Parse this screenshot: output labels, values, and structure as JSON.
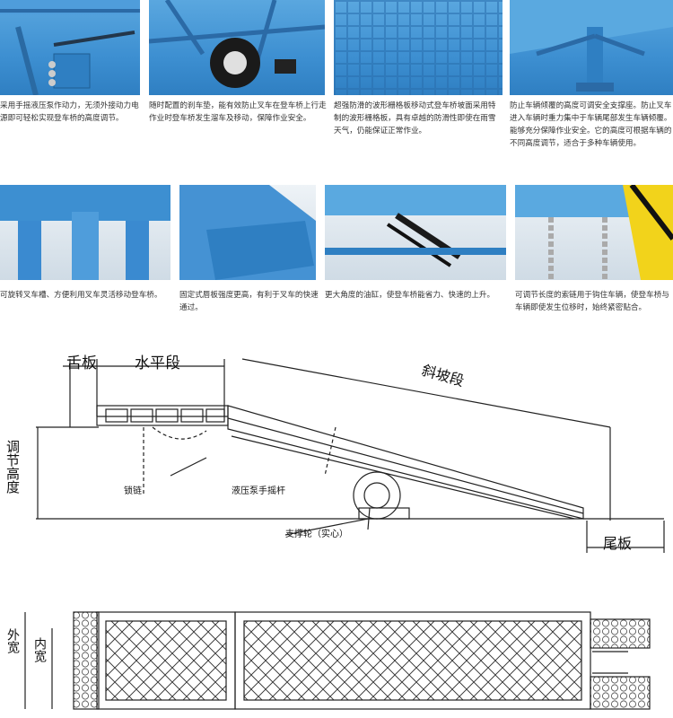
{
  "captions": {
    "c1": "采用手摇液压泵作动力，无须外接动力电源即可轻松实现登车桥的高度调节。",
    "c2": "随时配置的刹车垫，能有效防止叉车在登车桥上行走作业时登车桥发生溜车及移动，保障作业安全。",
    "c3": "超强防滑的波形栅格板移动式登车桥坡面采用特制的波形栅格板，具有卓越的防滑性即使在雨雪天气，仍能保证正常作业。",
    "c4": "防止车辆倾覆的高度可调安全支撑座。防止叉车进入车辆时重力集中于车辆尾部发生车辆倾覆。能够充分保障作业安全。它的高度可根据车辆的不同高度调节，适合于多种车辆使用。",
    "c5": "可旋转叉车槽、方便利用叉车灵活移动登车桥。",
    "c6": "固定式唇板强度更高，有利于叉车的快速通过。",
    "c7": "更大角度的油缸，使登车桥能省力、快速的上升。",
    "c8": "可调节长度的索链用于钩住车辆，使登车桥与车辆即使发生位移时，始终紧密贴合。"
  },
  "diagram": {
    "tongue": "舌板",
    "flat": "水平段",
    "slope": "斜坡段",
    "height": "调节高度",
    "chain": "锁链",
    "pump": "液压泵手摇杆",
    "wheel": "支撑轮（实心）",
    "tail": "尾板"
  },
  "plan": {
    "outer": "外宽",
    "inner": "内宽"
  },
  "colors": {
    "steel": "#3d8fd1",
    "line": "#222222"
  }
}
